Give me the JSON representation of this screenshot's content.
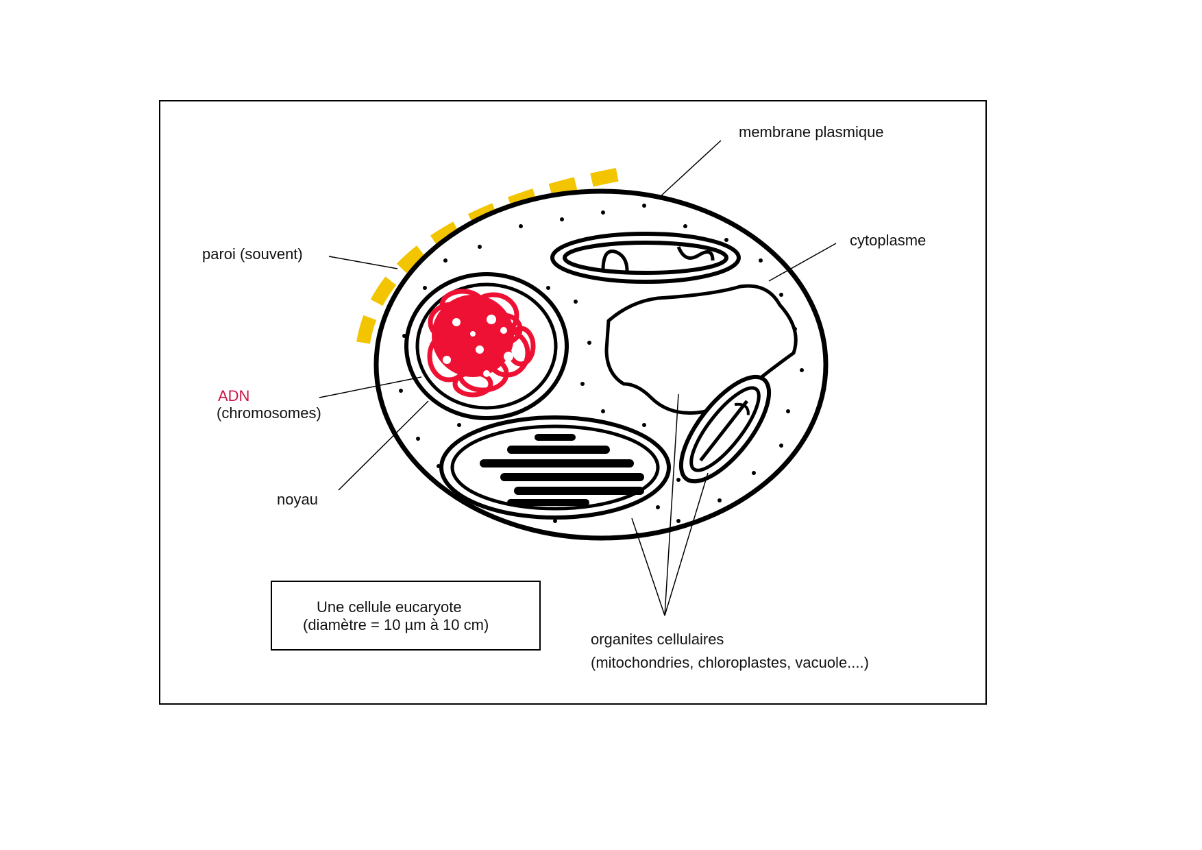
{
  "labels": {
    "membrane": "membrane plasmique",
    "cytoplasme": "cytoplasme",
    "paroi": "paroi (souvent)",
    "adn": "ADN",
    "chromosomes": "(chromosomes)",
    "noyau": "noyau",
    "organites_line1": "organites cellulaires",
    "organites_line2": "(mitochondries, chloroplastes, vacuole....)"
  },
  "caption": {
    "line1": "Une cellule eucaryote",
    "line2": "(diamètre = 10 µm à 10 cm)"
  },
  "colors": {
    "paroi": "#f2c500",
    "adn": "#ee1133",
    "adn_label": "#cc1144",
    "outline": "#000000"
  }
}
